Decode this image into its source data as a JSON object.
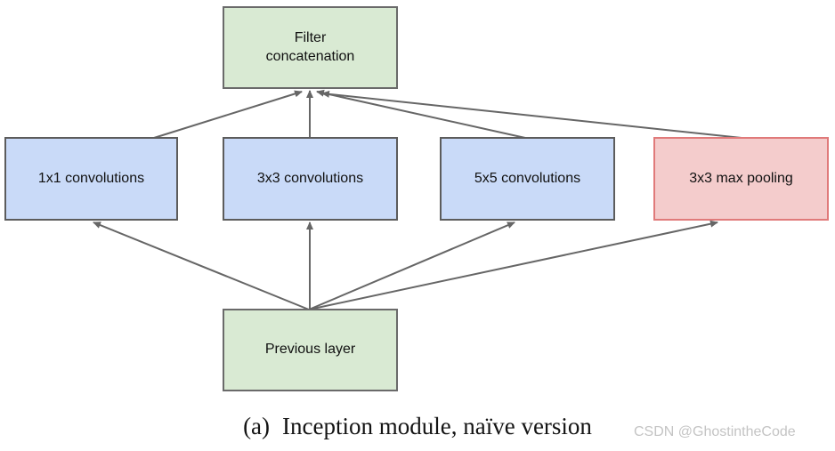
{
  "nodes": {
    "filter_concatenation": {
      "label": "Filter concatenation",
      "color": "green"
    },
    "conv1x1": {
      "label": "1x1 convolutions",
      "color": "blue"
    },
    "conv3x3": {
      "label": "3x3 convolutions",
      "color": "blue"
    },
    "conv5x5": {
      "label": "5x5 convolutions",
      "color": "blue"
    },
    "maxpool3x3": {
      "label": "3x3 max pooling",
      "color": "red"
    },
    "previous_layer": {
      "label": "Previous layer",
      "color": "green"
    }
  },
  "caption": {
    "prefix": "(a)",
    "text": "Inception module, naïve version"
  },
  "watermark": "CSDN @GhostintheCode",
  "colors": {
    "green_fill": "#d9ead3",
    "green_border": "#6a6a6a",
    "blue_fill": "#c9daf8",
    "blue_border": "#5c5c5c",
    "red_fill": "#f4cccc",
    "red_border": "#e07a7a",
    "arrow": "#666666",
    "caption_text": "#141414",
    "watermark_text": "#c4c4c4"
  }
}
